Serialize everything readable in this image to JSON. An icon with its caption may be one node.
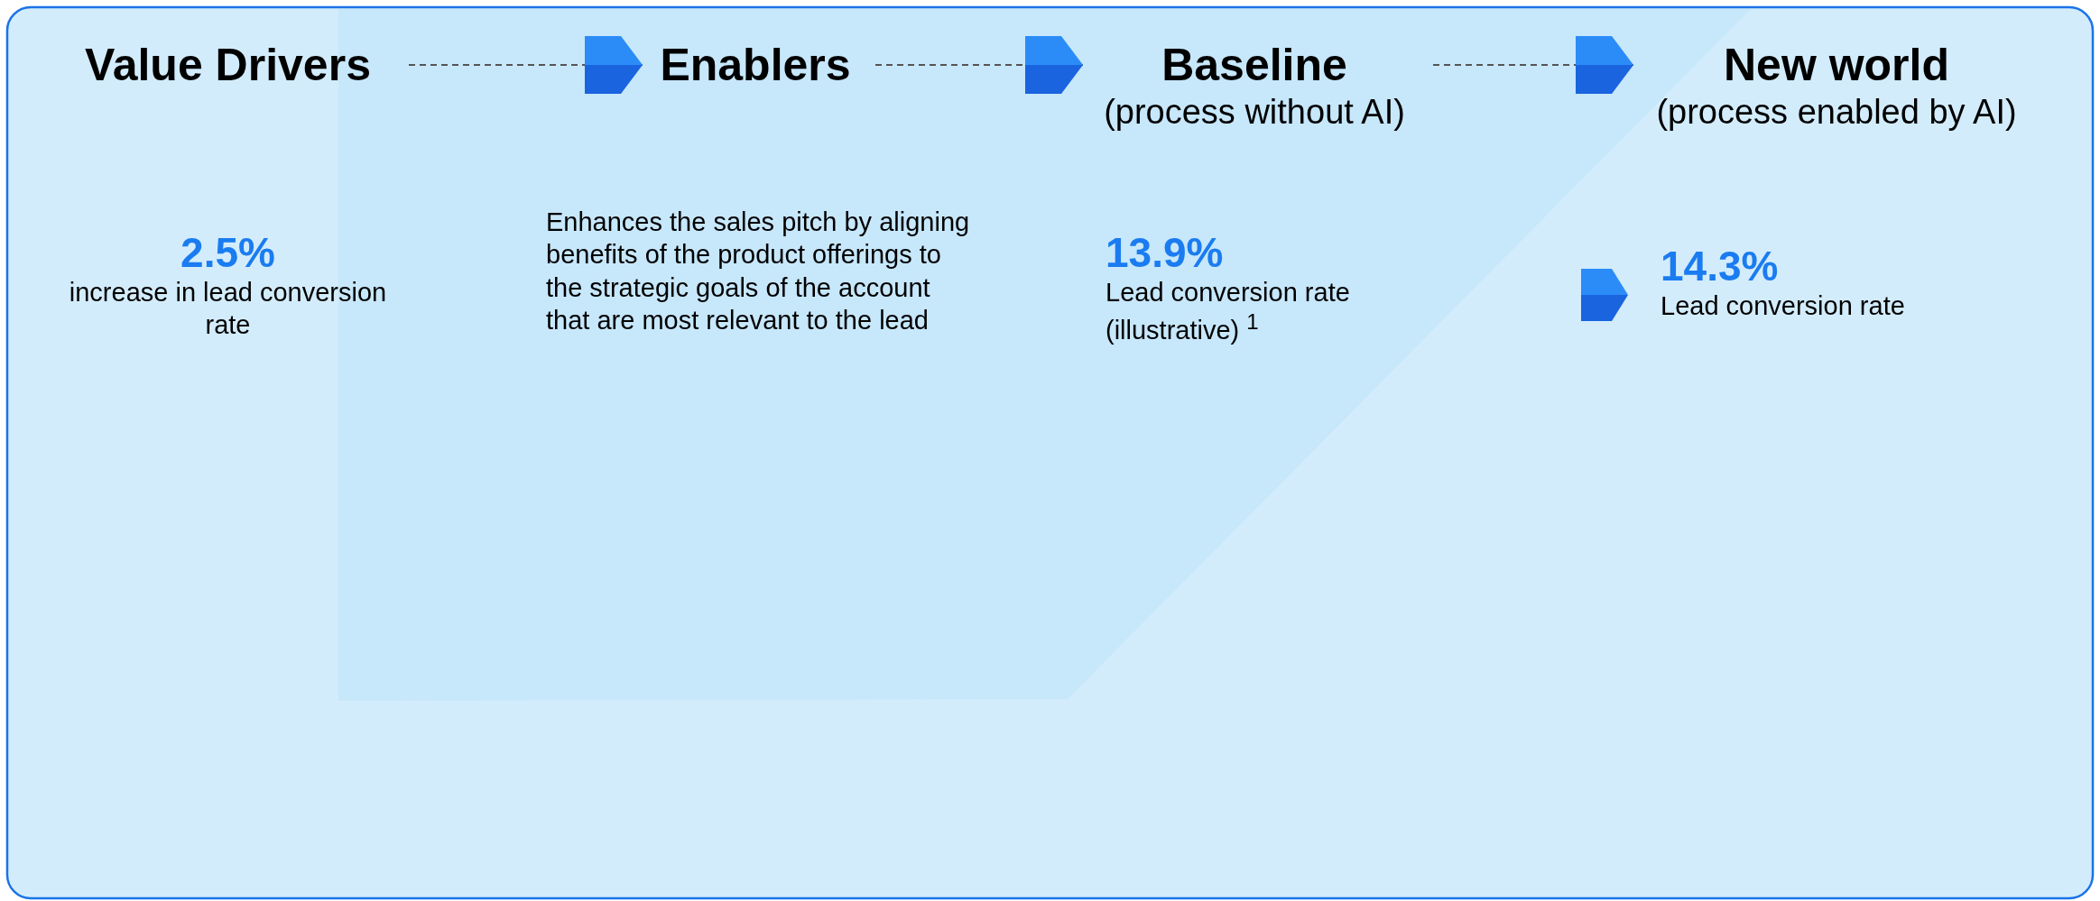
{
  "diagram": {
    "nodes": [
      {
        "text": [
          "Value Drivers"
        ],
        "beside": [
          "2.5%",
          "increase in lead conversion rate"
        ]
      },
      {
        "text": [
          "Enablers"
        ]
      },
      {
        "text": [
          "Baseline",
          "(process without AI)"
        ],
        "beside": [
          "13.9%",
          "Lead conversion rate (illustrative) $^{1}$"
        ]
      },
      {
        "text": [
          "New world",
          "(process enabled by AI)"
        ],
        "beside": [
          "14.3%",
          "Lead conversion rate"
        ]
      }
    ],
    "edges": [
      {
        "from": 0,
        "to": 1,
        "arrow": "to",
        "style": "dashed"
      },
      {
        "from": 1,
        "to": 2,
        "arrow": "to",
        "style": "dashed"
      },
      {
        "from": 2,
        "to": 3,
        "arrow": "to",
        "style": "dashed"
      }
    ],
    "labels": [
      "Enhances the sales pitch by aligning benefits of the product offerings to the strategic goals of the account that are most relevant to the lead"
    ]
  }
}
